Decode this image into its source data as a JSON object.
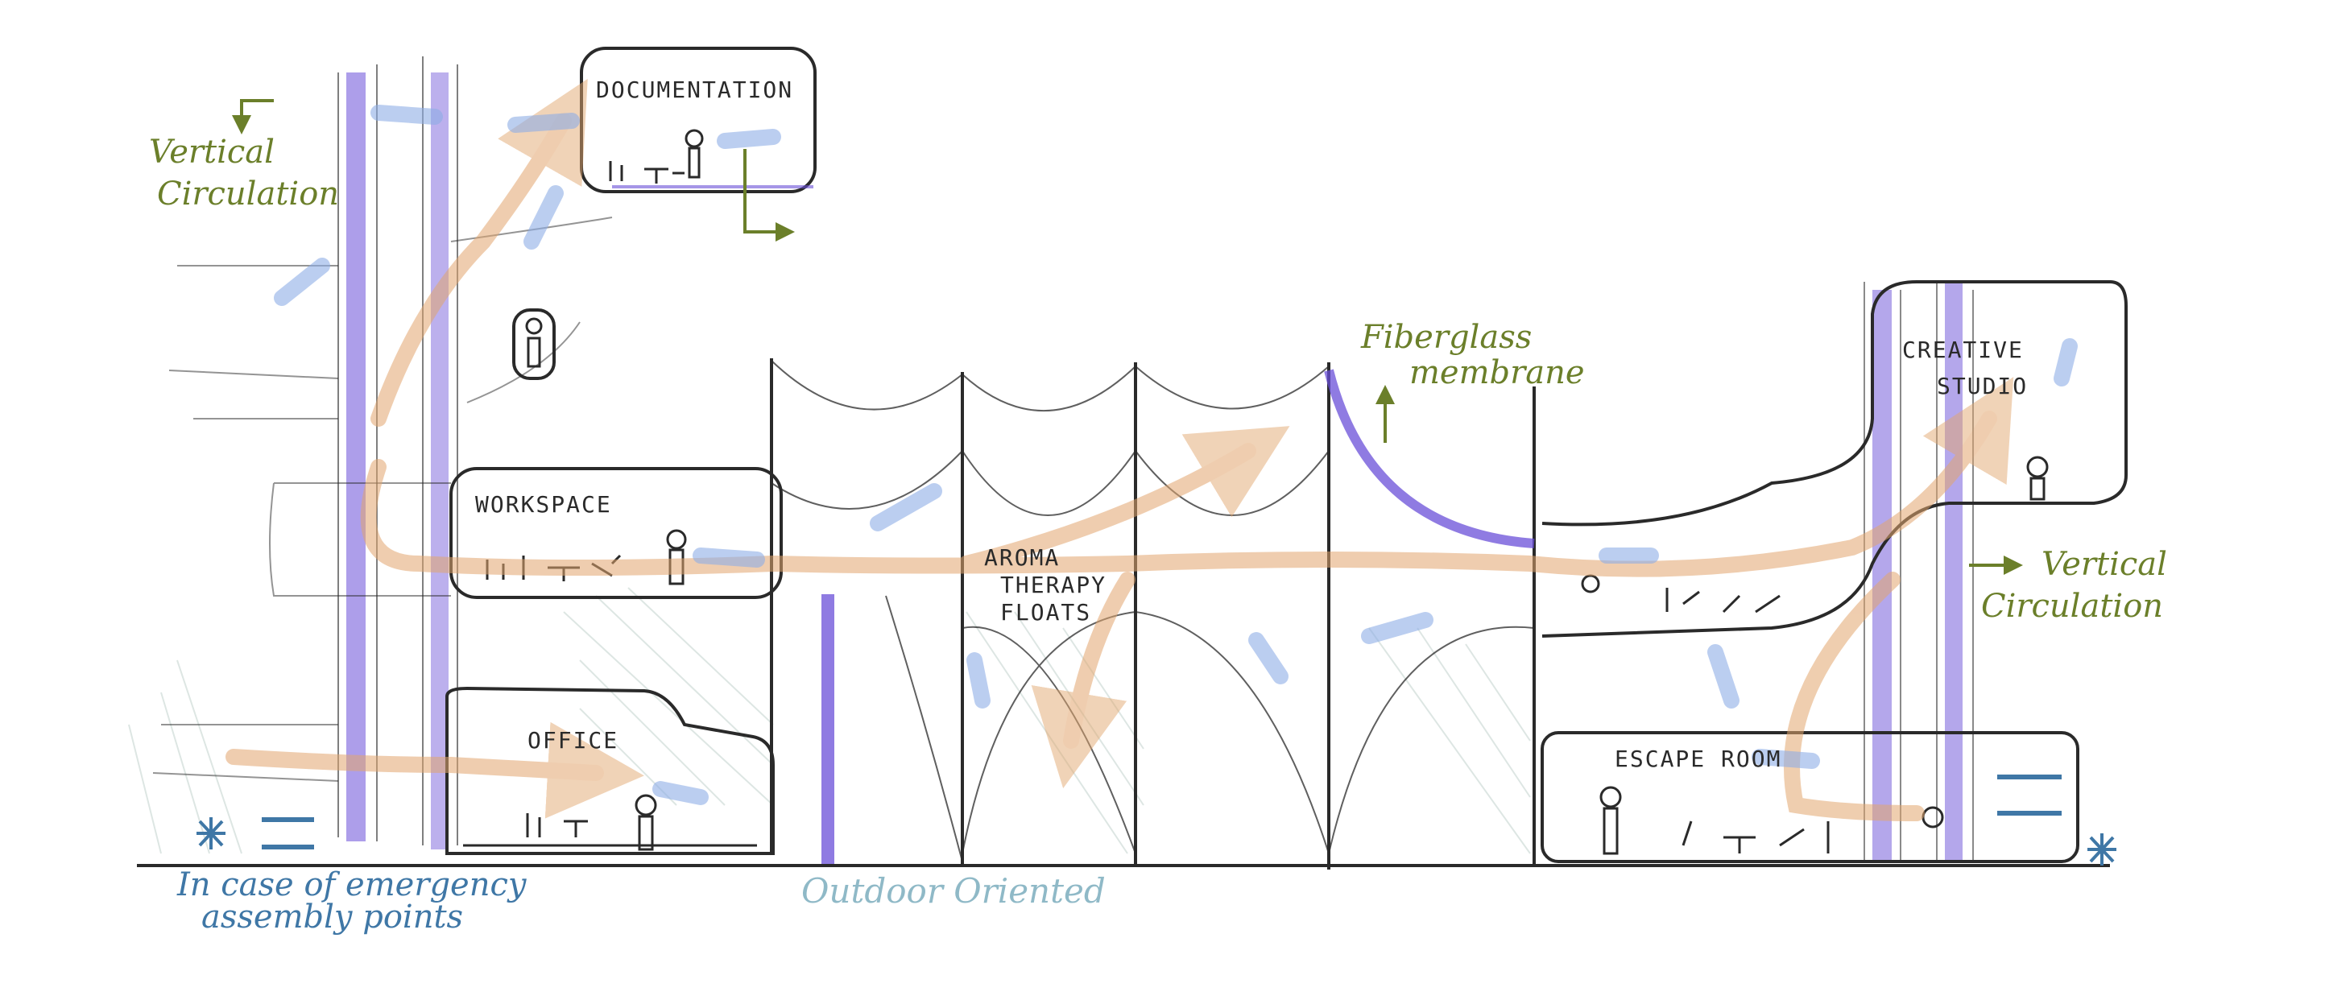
{
  "rooms": {
    "documentation": "DOCUMENTATION",
    "workspace": "WORKSPACE",
    "office": "OFFICE",
    "aroma_line1": "AROMA",
    "aroma_line2": "THERAPY",
    "aroma_line3": "FLOATS",
    "creative_line1": "CREATIVE",
    "creative_line2": "STUDIO",
    "escape_room": "ESCAPE ROOM"
  },
  "annotations": {
    "vertical_circulation_left_1": "Vertical",
    "vertical_circulation_left_2": "Circulation",
    "vertical_circulation_right_1": "Vertical",
    "vertical_circulation_right_2": "Circulation",
    "fiberglass_1": "Fiberglass",
    "fiberglass_2": "membrane",
    "emergency_1": "In case of emergency",
    "emergency_2": "assembly points",
    "outdoor": "Outdoor Oriented"
  },
  "colors": {
    "ink": "#2a2a2a",
    "circulation_purple": "#6a4fd8",
    "flow_orange": "#e2a66e",
    "airflow_blue": "#8eaee6",
    "annotation_green": "#6b7f2a",
    "emergency_blue": "#3f77a6",
    "outdoor_teal": "#8fb9c7"
  }
}
